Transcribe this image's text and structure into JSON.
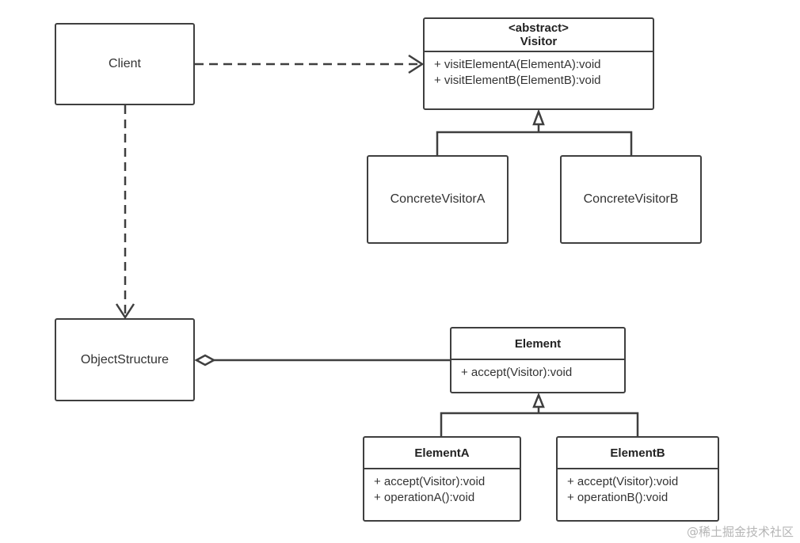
{
  "nodes": {
    "client": {
      "label": "Client"
    },
    "visitor": {
      "stereotype": "<abstract>",
      "name": "Visitor",
      "methods": [
        "+ visitElementA(ElementA):void",
        "+ visitElementB(ElementB):void"
      ]
    },
    "concrete_visitor_a": {
      "label": "ConcreteVisitorA"
    },
    "concrete_visitor_b": {
      "label": "ConcreteVisitorB"
    },
    "object_structure": {
      "label": "ObjectStructure"
    },
    "element": {
      "name": "Element",
      "methods": [
        "+ accept(Visitor):void"
      ]
    },
    "element_a": {
      "name": "ElementA",
      "methods": [
        "+ accept(Visitor):void",
        "+ operationA():void"
      ]
    },
    "element_b": {
      "name": "ElementB",
      "methods": [
        "+ accept(Visitor):void",
        "+ operationB():void"
      ]
    }
  },
  "edges": [
    {
      "from": "client",
      "to": "visitor",
      "type": "dependency"
    },
    {
      "from": "client",
      "to": "object_structure",
      "type": "dependency"
    },
    {
      "from": "concrete_visitor_a",
      "to": "visitor",
      "type": "generalization"
    },
    {
      "from": "concrete_visitor_b",
      "to": "visitor",
      "type": "generalization"
    },
    {
      "from": "object_structure",
      "to": "element",
      "type": "aggregation"
    },
    {
      "from": "element_a",
      "to": "element",
      "type": "generalization"
    },
    {
      "from": "element_b",
      "to": "element",
      "type": "generalization"
    }
  ],
  "colors": {
    "stroke": "#3f3f3f",
    "text": "#333333",
    "watermark": "#b5b5b5"
  },
  "watermark": "@稀土掘金技术社区"
}
